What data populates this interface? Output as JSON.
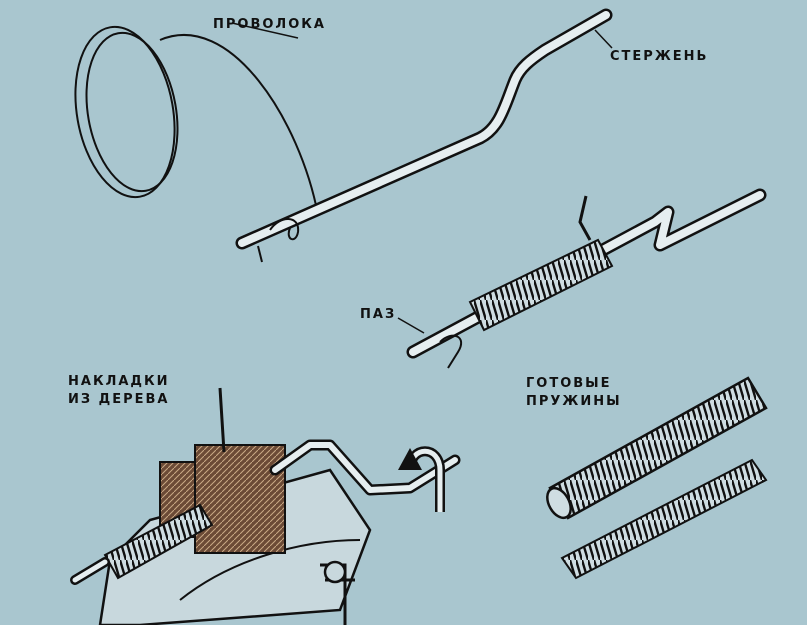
{
  "labels": {
    "wire": "ПРОВОЛОКА",
    "rod": "СТЕРЖЕНЬ",
    "slot": "ПАЗ",
    "wood_pads_line1": "НАКЛАДКИ",
    "wood_pads_line2": "ИЗ ДЕРЕВА",
    "springs_line1": "ГОТОВЫЕ",
    "springs_line2": "ПРУЖИНЫ"
  },
  "colors": {
    "background": "#a9c6cf",
    "ink": "#111111",
    "wood": "#8a5a3a"
  }
}
